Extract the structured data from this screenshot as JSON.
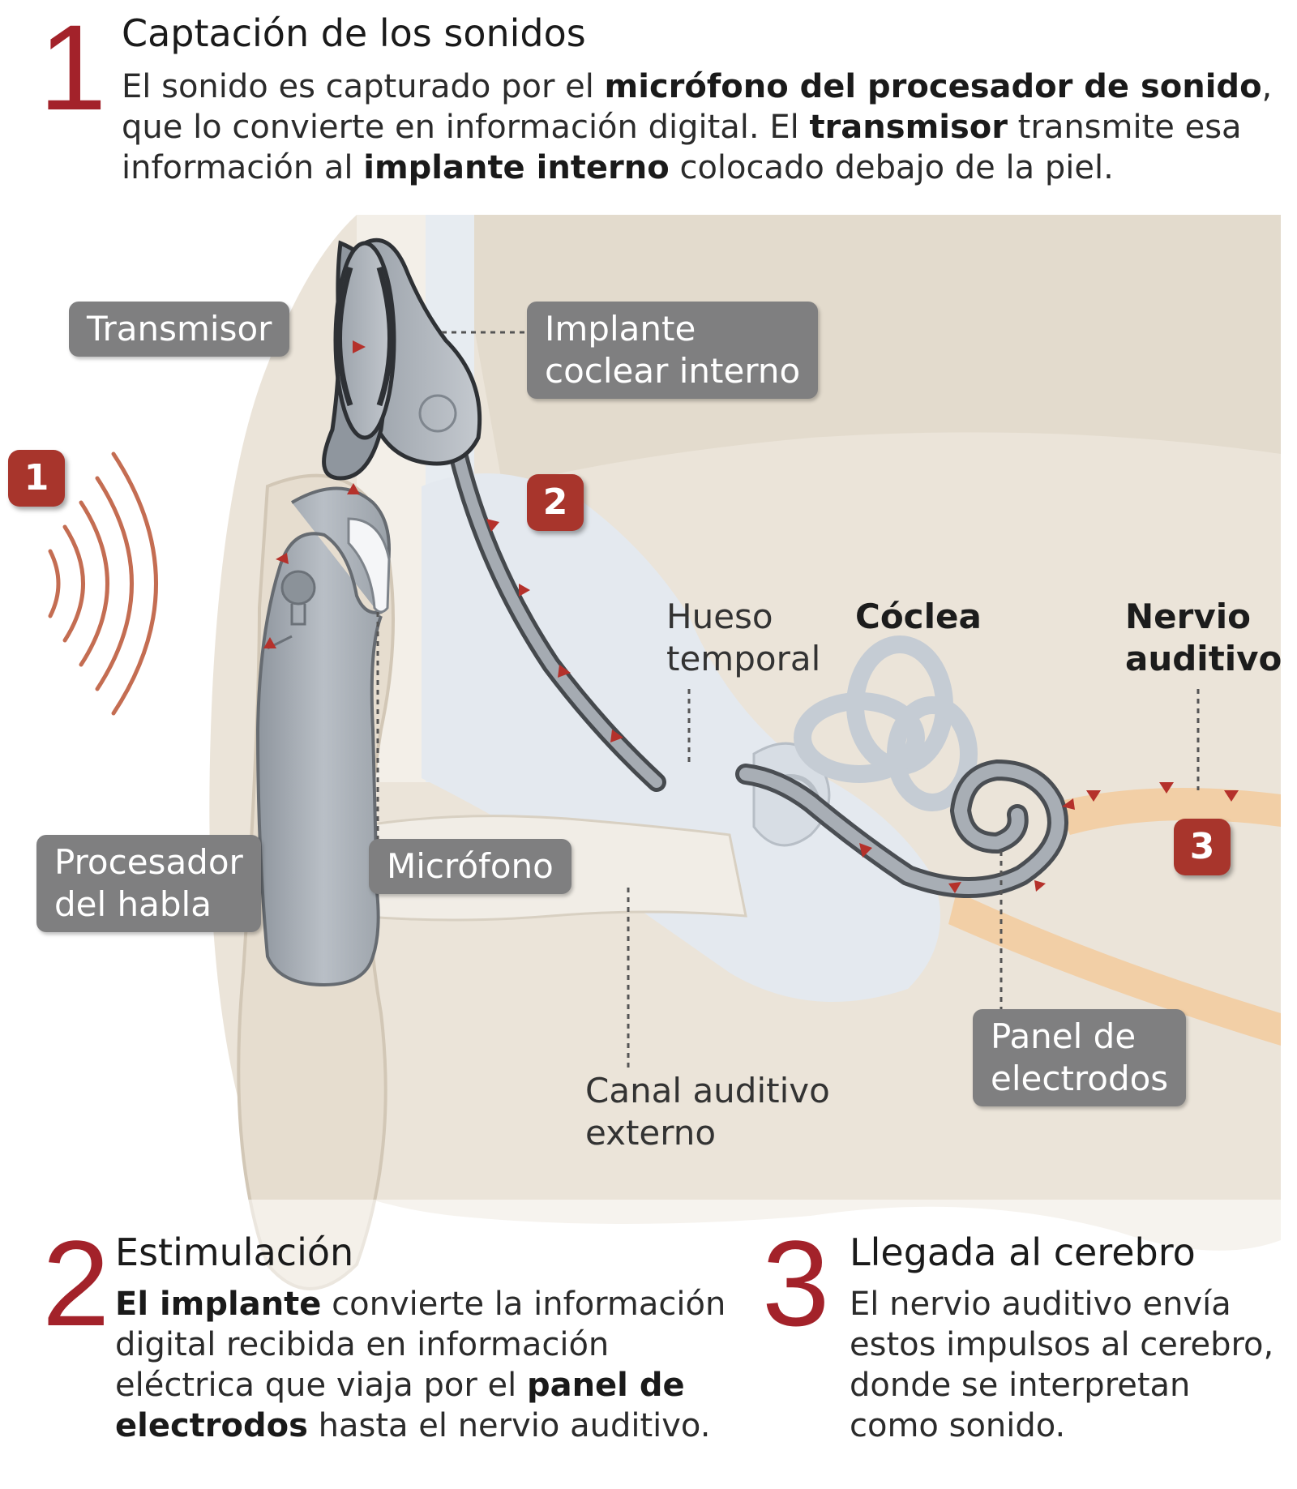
{
  "section1": {
    "number": "1",
    "title": "Captación de los sonidos",
    "body": [
      {
        "t": "El sonido es capturado por el "
      },
      {
        "t": "micrófono del procesador de sonido",
        "b": true
      },
      {
        "t": ", que lo convierte en información digital. El "
      },
      {
        "t": "transmisor",
        "b": true
      },
      {
        "t": " transmite esa información al "
      },
      {
        "t": "implante interno",
        "b": true
      },
      {
        "t": " colocado debajo de la piel."
      }
    ]
  },
  "labels": {
    "transmisor": "Transmisor",
    "implante": [
      "Implante",
      "coclear interno"
    ],
    "procesador": [
      "Procesador",
      "del habla"
    ],
    "microfono": "Micrófono",
    "hueso": [
      "Hueso",
      "temporal"
    ],
    "coclea": "Cóclea",
    "nervio": [
      "Nervio",
      "auditivo"
    ],
    "panel": [
      "Panel de",
      "electrodos"
    ],
    "canal": [
      "Canal auditivo",
      "externo"
    ]
  },
  "badges": [
    "1",
    "2",
    "3"
  ],
  "section2": {
    "number": "2",
    "title": "Estimulación",
    "body": [
      {
        "t": "El implante",
        "b": true
      },
      {
        "t": " convierte la información digital recibida en información eléctrica que viaja por el "
      },
      {
        "t": "panel de electrodos",
        "b": true
      },
      {
        "t": " hasta el nervio auditivo."
      }
    ]
  },
  "section3": {
    "number": "3",
    "title": "Llegada al cerebro",
    "body": [
      {
        "t": "El nervio auditivo envía estos impulsos al cerebro, donde se interpretan como sonido."
      }
    ]
  },
  "colors": {
    "accent_red": "#a3222a",
    "badge_red": "#a8352c",
    "label_gray": "#7f7f80",
    "device_gray": "#a9afb6",
    "skin": "#ece6dc",
    "bone": "#dfe5ec"
  }
}
